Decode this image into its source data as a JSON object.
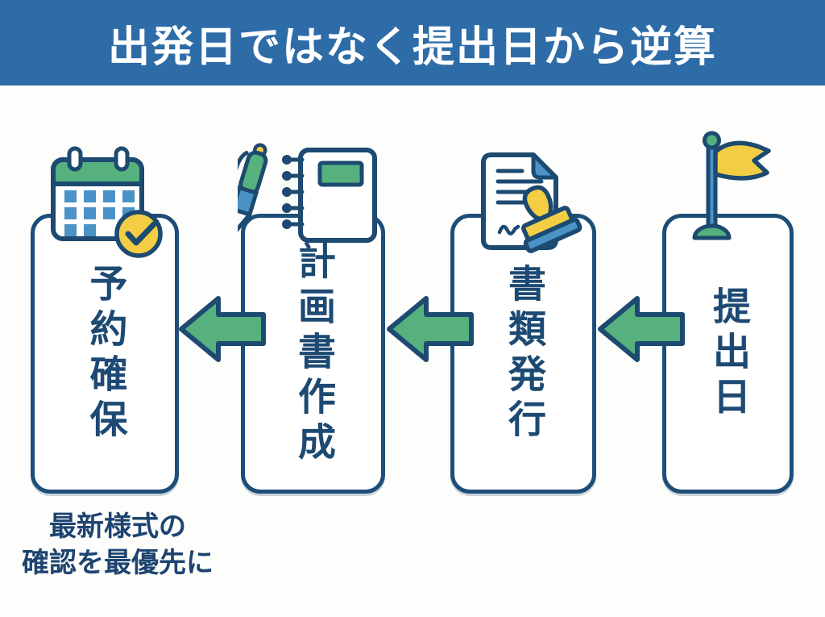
{
  "title": "出発日ではなく提出日から逆算",
  "steps": [
    {
      "label": "予約確保",
      "icon": "calendar-check-icon"
    },
    {
      "label": "計画書作成",
      "icon": "pen-notebook-icon"
    },
    {
      "label": "書類発行",
      "icon": "document-stamp-icon"
    },
    {
      "label": "提出日",
      "icon": "flag-icon"
    }
  ],
  "flow": {
    "direction": "right-to-left",
    "arrow_count": 3
  },
  "caption": {
    "line1": "最新様式の",
    "line2": "確認を最優先に"
  },
  "colors": {
    "header_bg": "#2e6ca8",
    "outline_navy": "#1c4a70",
    "text_navy": "#1d4a73",
    "green": "#57b17e",
    "blue_accent": "#4b92c6",
    "yellow": "#f3ce44",
    "background": "#fdfdfb",
    "box_fill": "#ffffff"
  }
}
